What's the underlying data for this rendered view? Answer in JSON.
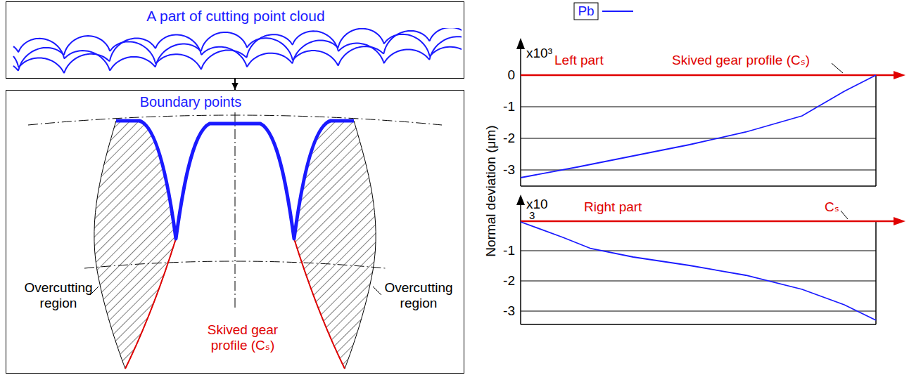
{
  "diagram": {
    "nodes": [
      {
        "text": [
          "A part of cutting point cloud"
        ]
      },
      {
        "text": [
          "Boundary points",
          "Overcutting region",
          "Overcutting region",
          "Skived gear profile (Cₛ)"
        ]
      }
    ],
    "edges": [
      {
        "from": 0,
        "to": 1,
        "arrow": "to"
      }
    ],
    "labels": [
      "x10³",
      "Left part",
      "Skived gear profile (Cₛ)",
      "0",
      "-1",
      "-2",
      "-3",
      "Normal deviation (μm)",
      "x10",
      "3",
      "Right part",
      "Cₛ",
      "-1",
      "-2",
      "-3"
    ],
    "legend": [
      {
        "text": "Pb"
      }
    ]
  }
}
